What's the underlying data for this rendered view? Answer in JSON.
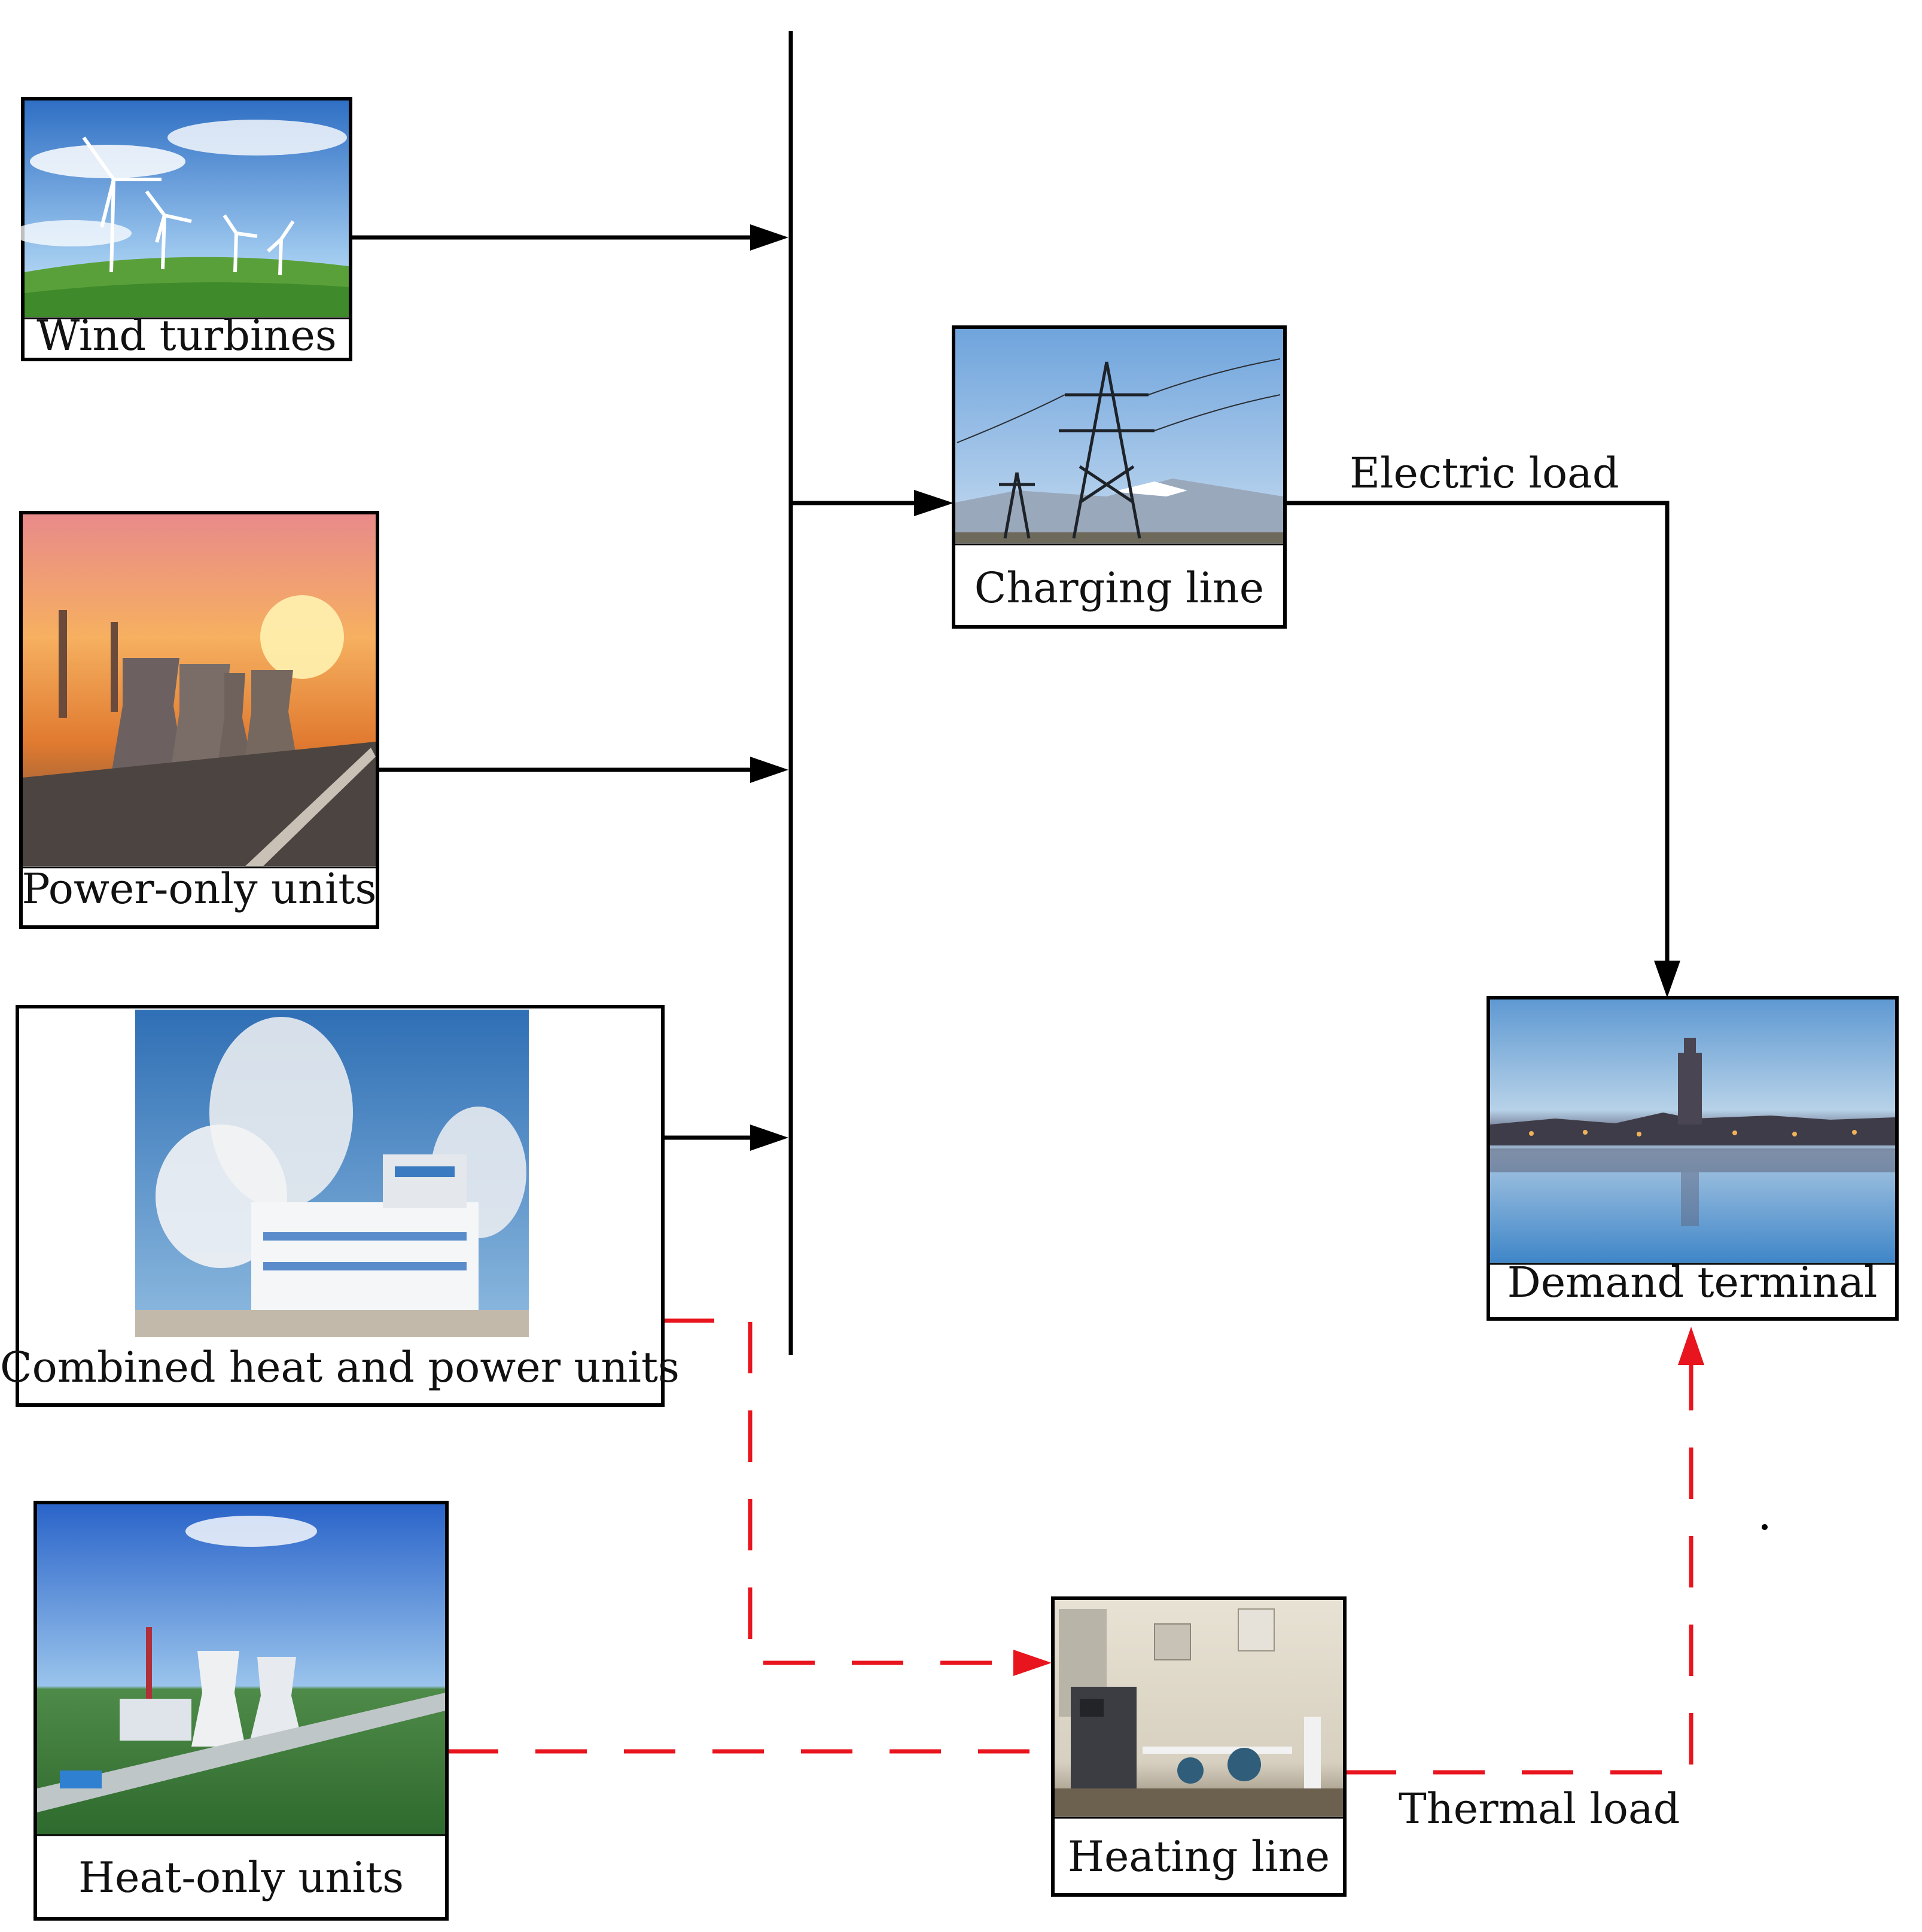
{
  "labels": {
    "wind": "Wind turbines",
    "power_only": "Power-only units",
    "chp": "Combined heat and power units",
    "heat_only": "Heat-only units",
    "charging": "Charging line",
    "demand": "Demand terminal",
    "heating": "Heating line",
    "electric_load": "Electric load",
    "thermal_load": "Thermal load"
  },
  "colors": {
    "electric_flow": "#000000",
    "thermal_flow": "#e8141e"
  }
}
